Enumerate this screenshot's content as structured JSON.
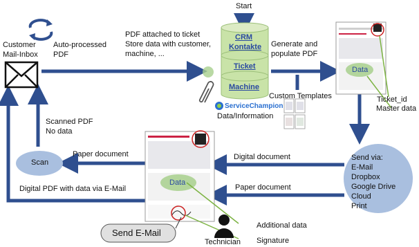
{
  "start_label": "Start",
  "customer_label_line1": "Customer",
  "customer_label_line2": "Mail-Inbox",
  "auto_label_line1": "Auto-processed",
  "auto_label_line2": "PDF",
  "attach_label_line1": "PDF attached to ticket",
  "attach_label_line2": "Store data with customer,",
  "attach_label_line3": "machine, ...",
  "db_crm_line1": "CRM",
  "db_crm_line2": "Kontakte",
  "db_ticket": "Ticket",
  "db_machine": "Machine",
  "servicechampion_label": "ServiceChampion",
  "data_information_label": "Data/Information",
  "generate_label_line1": "Generate and",
  "generate_label_line2": "populate PDF",
  "custom_templates_label": "Custom Templates",
  "ticket_id_label": "Ticket_id",
  "master_data_label": "Master data",
  "doc_data_label": "Data",
  "scanned_label_line1": "Scanned PDF",
  "scanned_label_line2": "No data",
  "scan_label": "Scan",
  "paper_doc_label_top": "Paper document",
  "digital_doc_label": "Digital document",
  "paper_doc_label_bottom": "Paper document",
  "digital_pdf_label": "Digital PDF with data via E-Mail",
  "send_via_title": "Send via:",
  "send_via_items": [
    "E-Mail",
    "Dropbox",
    "Google Drive",
    "Cloud",
    "Print"
  ],
  "send_email_label": "Send E-Mail",
  "technician_label": "Technician",
  "additional_data_label": "Additional data",
  "signature_label": "Signature",
  "colors": {
    "arrow_blue": "#2f4f8f",
    "db_green": "#c9e3a8",
    "db_text_blue": "#2a4aa0",
    "send_via_fill": "#a9bfdf",
    "data_highlight": "#a8d08d",
    "signature_red": "#cc2222"
  }
}
